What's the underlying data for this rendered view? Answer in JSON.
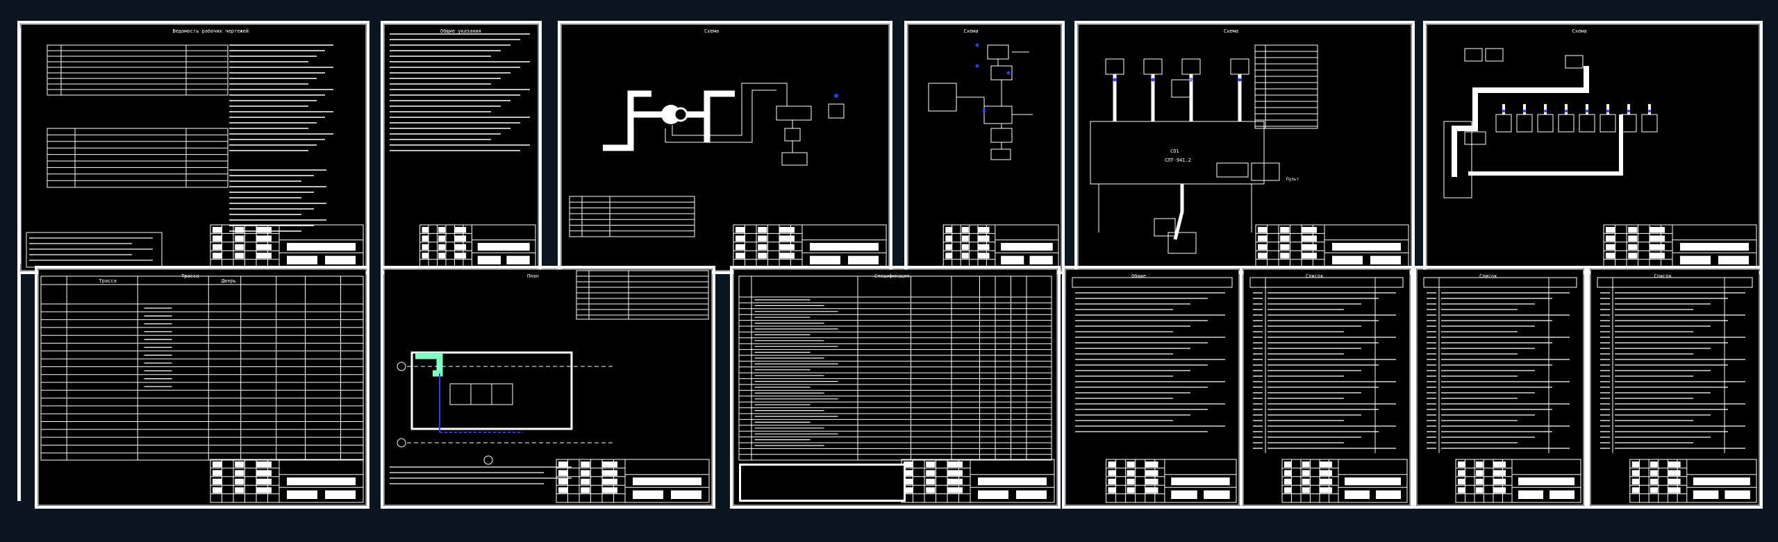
{
  "window": {
    "background": "#0b1620",
    "sheet_color": "#000000",
    "line_color": "#ffffff",
    "accent_blue": "#2b3bff",
    "accent_green": "#7dffc0"
  },
  "sheets": [
    {
      "id": "s1",
      "header": "Ведомость рабочих чертежей"
    },
    {
      "id": "s2",
      "header": "Общие указания"
    },
    {
      "id": "s3",
      "header": "Схема"
    },
    {
      "id": "s4",
      "header": "Схема"
    },
    {
      "id": "s5",
      "header": "Схема"
    },
    {
      "id": "s6",
      "header": "Схема"
    },
    {
      "id": "s7",
      "header": "Трасса",
      "col2": "Дверь"
    },
    {
      "id": "s8",
      "header": "План"
    },
    {
      "id": "s9",
      "header": "Спецификация"
    },
    {
      "id": "s10",
      "header": "Общие"
    },
    {
      "id": "s11",
      "header": "Список"
    },
    {
      "id": "s12",
      "header": "Список"
    },
    {
      "id": "s13",
      "header": "Список"
    }
  ],
  "labels": {
    "sb1": "СО1",
    "sb1_sub": "СПТ-941.2",
    "pult": "Пульт"
  }
}
